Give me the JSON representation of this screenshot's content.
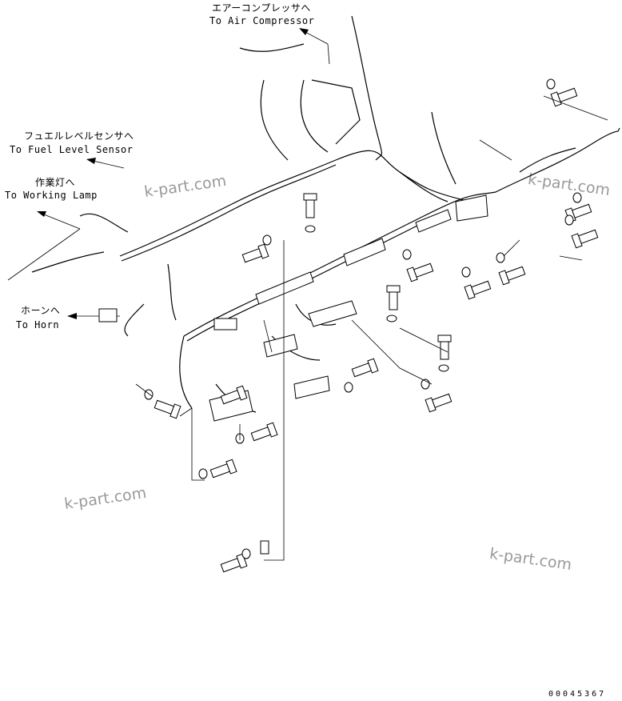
{
  "labels": {
    "air_compressor_jp": "エアーコンプレッサへ",
    "air_compressor_en": "To Air Compressor",
    "fuel_sensor_jp": "フュエルレベルセンサへ",
    "fuel_sensor_en": "To Fuel Level Sensor",
    "working_lamp_jp": "作業灯へ",
    "working_lamp_en": "To Working Lamp",
    "horn_jp": "ホーンへ",
    "horn_en": "To Horn"
  },
  "watermark": "k-part.com",
  "drawing_number": "00045367"
}
